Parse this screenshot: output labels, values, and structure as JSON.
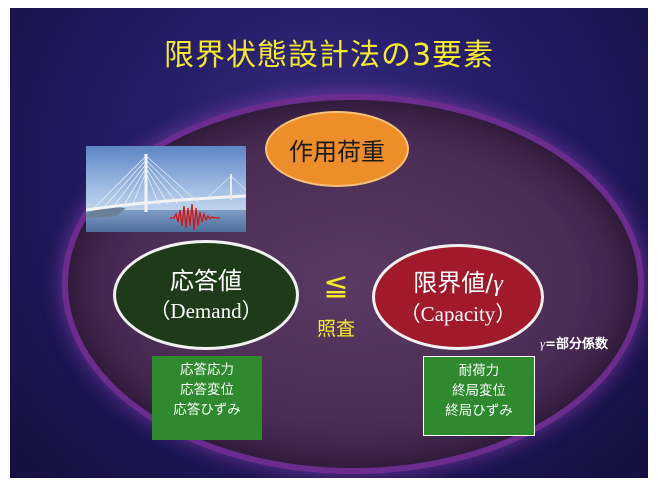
{
  "title": "限界状態設計法の3要素",
  "nodes": {
    "load": "作用荷重",
    "demand_main": "応答値",
    "demand_sub": "（Demand）",
    "capacity_main": "限界値/",
    "capacity_gamma": "γ",
    "capacity_sub": "（Capacity）"
  },
  "relation": {
    "symbol": "≦",
    "label": "照査"
  },
  "gamma_note": {
    "symbol": "γ",
    "text": "=部分係数"
  },
  "demand_items": [
    "応答応力",
    "応答変位",
    "応答ひずみ"
  ],
  "capacity_items": [
    "耐荷力",
    "終局変位",
    "終局ひずみ"
  ],
  "colors": {
    "title": "#f5ea2a",
    "load_oval": "#ee8e2a",
    "demand_oval": "#1e3a18",
    "capacity_oval": "#a11a2c",
    "item_box": "#2f8a2f",
    "waveform": "#d41414"
  }
}
